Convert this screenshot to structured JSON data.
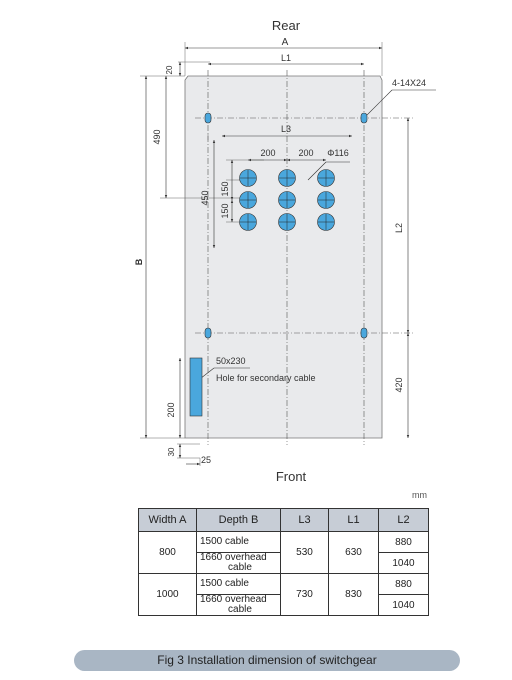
{
  "drawing": {
    "rear_label": "Rear",
    "front_label": "Front",
    "dim_a": "A",
    "dim_b": "B",
    "dim_l1": "L1",
    "dim_l2": "L2",
    "dim_l3": "L3",
    "dim_20": "20",
    "dim_490": "490",
    "dim_450": "450",
    "dim_150a": "150",
    "dim_150b": "150",
    "dim_200a": "200",
    "dim_200b": "200",
    "dim_phi": "Φ116",
    "dim_420": "420",
    "dim_200_side": "200",
    "dim_30": "30",
    "dim_25": "25",
    "bolt_holes": "4-14X24",
    "cable_hole_size": "50x230",
    "cable_hole_label": "Hole for secondary cable",
    "colors": {
      "cable_hole": "#4aa7dd",
      "panel": "#e9eaec"
    }
  },
  "unit": "mm",
  "table": {
    "headers": [
      "Width A",
      "Depth  B",
      "L3",
      "L1",
      "L2"
    ],
    "groups": [
      {
        "width": "800",
        "l3": "530",
        "l1": "630",
        "rows": [
          {
            "depth": [
              "1500 cable"
            ],
            "l2": "880"
          },
          {
            "depth": [
              "1660 overhead",
              "cable"
            ],
            "l2": "1040"
          }
        ]
      },
      {
        "width": "1000",
        "l3": "730",
        "l1": "830",
        "rows": [
          {
            "depth": [
              "1500 cable"
            ],
            "l2": "880"
          },
          {
            "depth": [
              "1660 overhead",
              "cable"
            ],
            "l2": "1040"
          }
        ]
      }
    ]
  },
  "caption": "Fig 3 Installation dimension of switchgear"
}
